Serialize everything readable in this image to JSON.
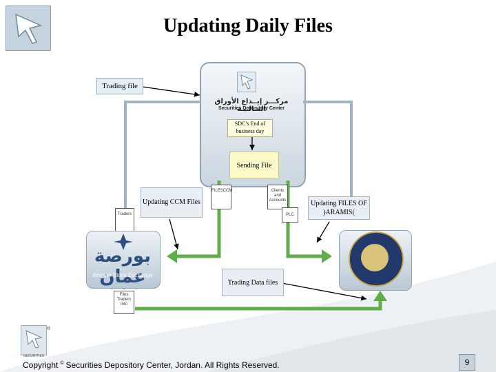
{
  "title": "Updating Daily Files",
  "labels": {
    "trading_file": "Trading file",
    "sdc_name_ar": "مركـــز إيــداع الأوراق المـالـيـة",
    "sdc_name_en": "Securities Depository Center",
    "end_of_day": "SDC’s End of business day",
    "sending_file": "Sending File",
    "updating_ccm": "Updating CCM Files",
    "updating_files_of": "Updating FILES OF )ARAMIS(",
    "trading_data": "Trading Data files"
  },
  "documents": {
    "filesccm": "FILESCCM",
    "clients": "Clients and Accounts",
    "plc": "PLC",
    "traders": "Traders",
    "files_info": "Files Traders Info"
  },
  "exchange": {
    "name_ar": "بورصة عمان",
    "name_en": "Amman Stock Exchange"
  },
  "footer": {
    "logo_text": "SECURITIES",
    "registered_mark": "®",
    "copyright_word": "Copyright",
    "copyright_symbol": "©",
    "copyright_text": "Securities Depository Center, Jordan. All Rights Reserved.",
    "page_number": "9"
  },
  "colors": {
    "flow_arrow": "#5fae4a",
    "panel_border": "#8fa3b5",
    "connector_line": "#9fb3c4"
  }
}
